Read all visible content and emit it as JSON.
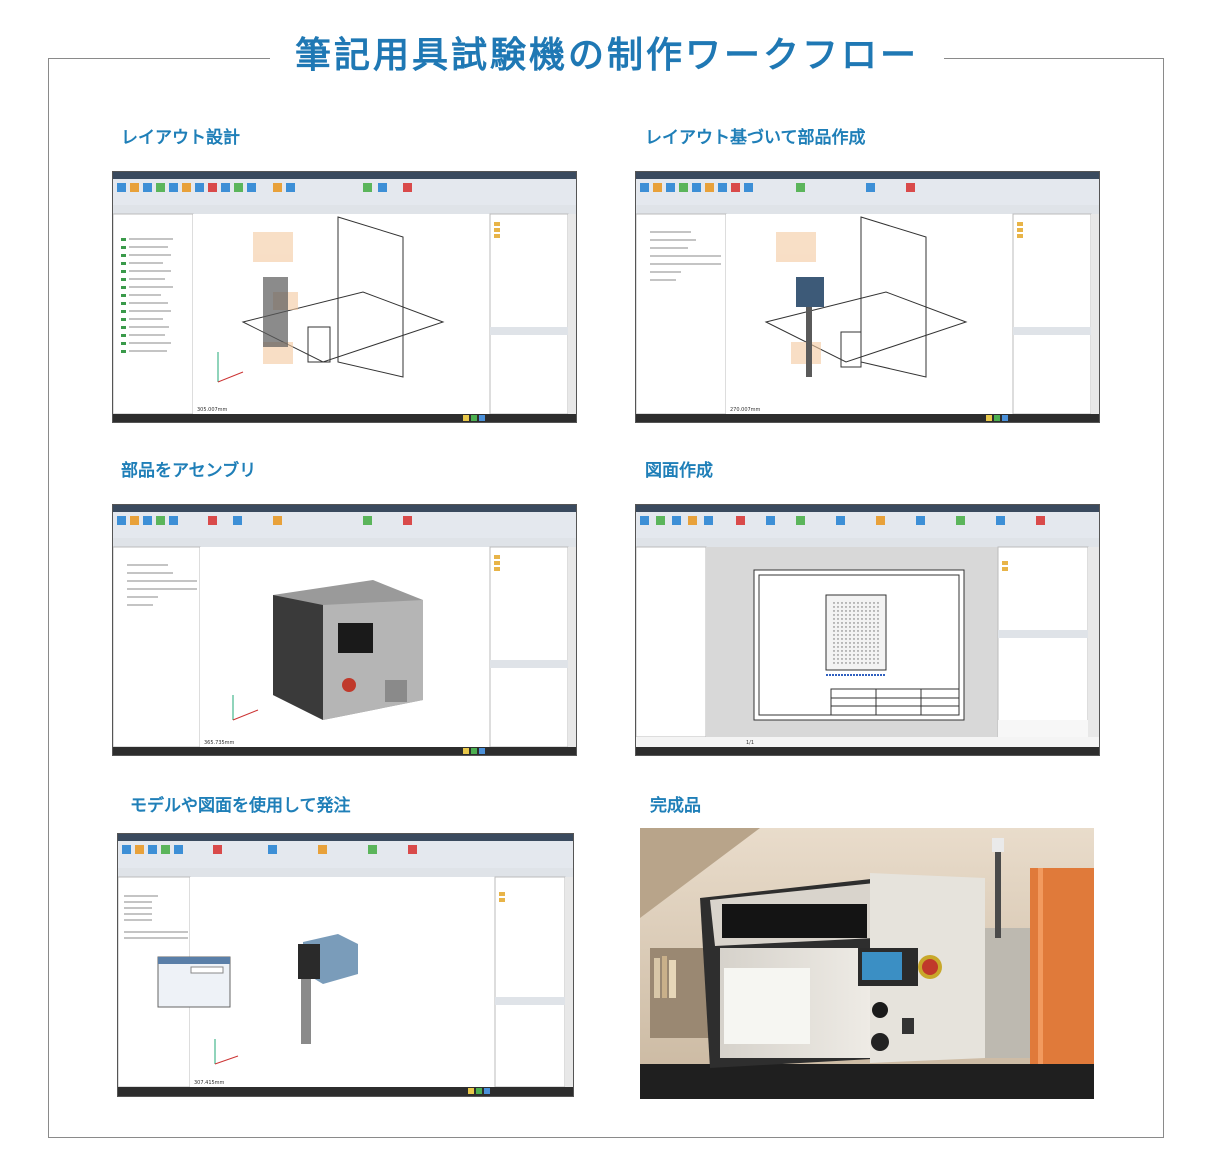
{
  "page": {
    "title": "筆記用具試験機の制作ワークフロー"
  },
  "steps": [
    {
      "label": "レイアウト設計",
      "scale": "305.007mm"
    },
    {
      "label": "レイアウト基づいて部品作成",
      "scale": "270.007mm"
    },
    {
      "label": "部品をアセンブリ",
      "scale": "365.735mm"
    },
    {
      "label": "図面作成",
      "scale": "1/1"
    },
    {
      "label": "モデルや図面を使用して発注",
      "scale": "307.415mm"
    },
    {
      "label": "完成品"
    }
  ],
  "colors": {
    "title": "#1f78b4",
    "label": "#1f7fb8",
    "frame": "#8a8a8a"
  },
  "icons": [
    "cad-application-screenshot",
    "product-photo"
  ]
}
